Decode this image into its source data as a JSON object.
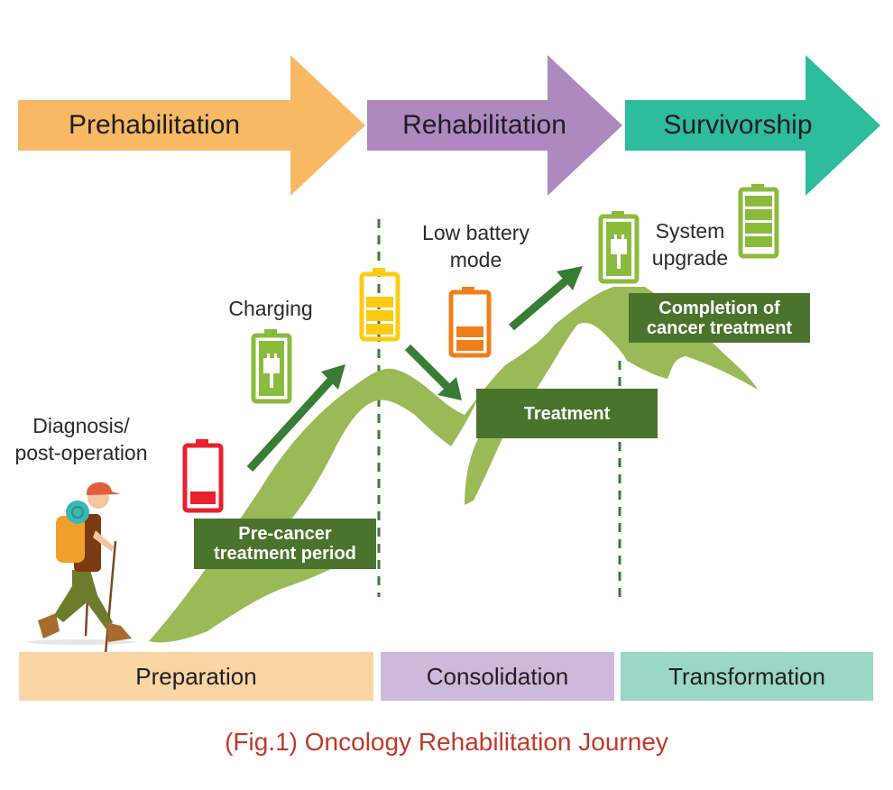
{
  "phases": [
    {
      "label": "Prehabilitation",
      "color": "#f9b964"
    },
    {
      "label": "Rehabilitation",
      "color": "#ae89c0"
    },
    {
      "label": "Survivorship",
      "color": "#2dbc9c"
    }
  ],
  "stages": [
    {
      "label": "Preparation",
      "color": "#fbd6a4"
    },
    {
      "label": "Consolidation",
      "color": "#cfb9db"
    },
    {
      "label": "Transformation",
      "color": "#9ad7c4"
    }
  ],
  "annotations": {
    "diagnosis": "Diagnosis/\npost-operation",
    "charging": "Charging",
    "low_battery": "Low battery\nmode",
    "system_upgrade": "System\nupgrade"
  },
  "milestones": {
    "pre_cancer": "Pre-cancer\ntreatment period",
    "treatment": "Treatment",
    "completion": "Completion of\ncancer treatment"
  },
  "batteries": [
    {
      "name": "empty",
      "level": 0.2,
      "color": "#e8212b",
      "state": "low"
    },
    {
      "name": "charging",
      "level": null,
      "color": "#8bbb3d",
      "state": "charging"
    },
    {
      "name": "three-quarter",
      "level": 0.6,
      "color": "#fccb13",
      "state": "charged"
    },
    {
      "name": "half",
      "level": 0.4,
      "color": "#ef7f1a",
      "state": "draining"
    },
    {
      "name": "upgrade-charging",
      "level": null,
      "color": "#8bbb3d",
      "state": "charging"
    },
    {
      "name": "full",
      "level": 1.0,
      "color": "#8bbb3d",
      "state": "full"
    }
  ],
  "caption": "(Fig.1) Oncology Rehabilitation Journey",
  "colors": {
    "mountain": "#9aba57",
    "arrow": "#377d34",
    "box": "#4a742c",
    "caption": "#c0392b"
  }
}
